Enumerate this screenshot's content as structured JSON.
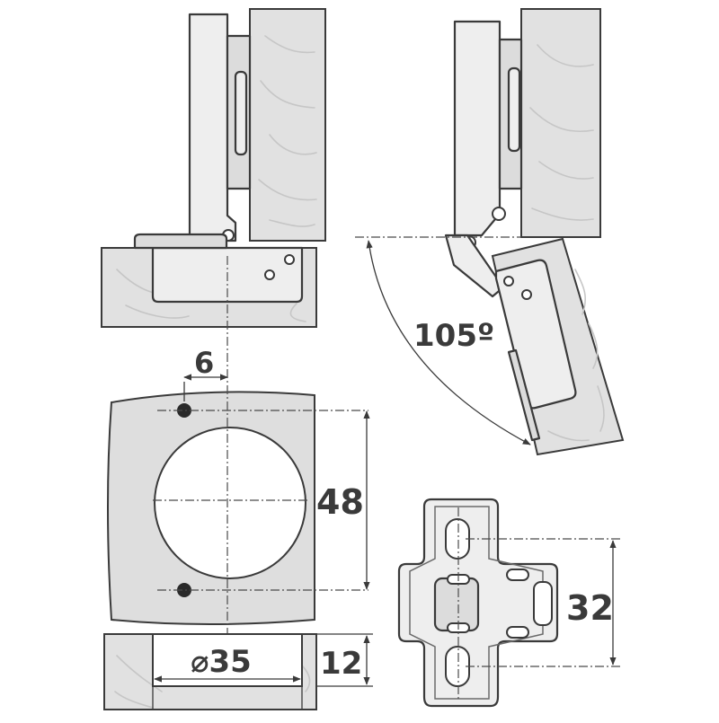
{
  "labels": {
    "opening_angle": "105º",
    "screw_offset": "6",
    "screw_spacing": "48",
    "cup_diameter": "⌀35",
    "cup_depth": "12",
    "plate_spacing": "32"
  },
  "colors": {
    "line": "#3a3a3a",
    "wood": "#e1e1e1",
    "metal": "#eeeeee",
    "background": "#ffffff"
  }
}
